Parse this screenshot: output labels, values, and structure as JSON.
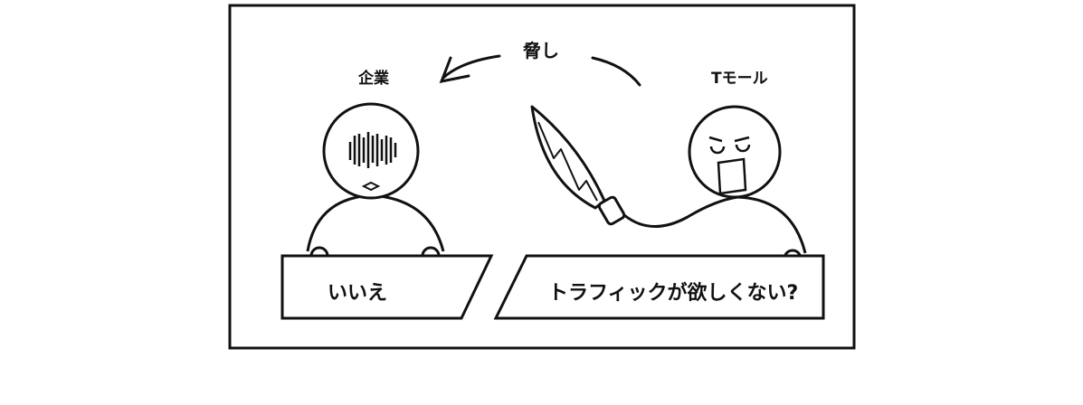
{
  "labels": {
    "threat": "脅し",
    "company": "企業",
    "tmall": "Tモール",
    "company_reply": "いいえ",
    "tmall_speech": "トラフィックが欲しくない?"
  }
}
